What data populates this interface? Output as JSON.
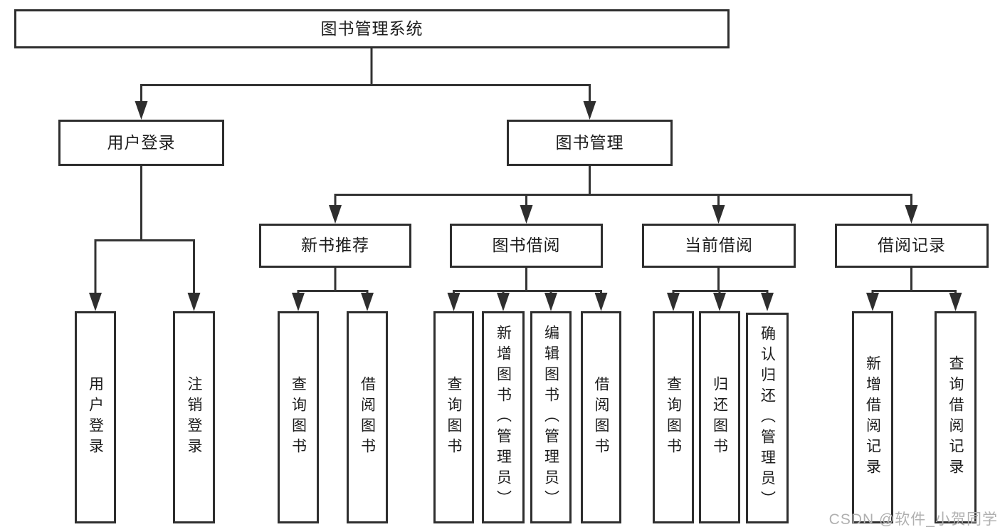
{
  "diagram": {
    "title_node": "图书管理系统",
    "level2": {
      "user_login": "用户登录",
      "book_management": "图书管理"
    },
    "level3": {
      "new_book_recommend": "新书推荐",
      "book_borrowing": "图书借阅",
      "current_borrowing": "当前借阅",
      "borrowing_records": "借阅记录"
    },
    "leaves": {
      "user_login": "用户登录",
      "logout": "注销登录",
      "nb_query_books": "查询图书",
      "nb_borrow_books": "借阅图书",
      "bb_query_books": "查询图书",
      "bb_add_books_admin": "新增图书（管理员）",
      "bb_edit_books_admin": "编辑图书（管理员）",
      "bb_borrow_books": "借阅图书",
      "cb_query_books": "查询图书",
      "cb_return_books": "归还图书",
      "cb_confirm_return_admin": "确认归还（管理员）",
      "br_add_record": "新增借阅记录",
      "br_query_record": "查询借阅记录"
    },
    "watermark": "CSDN @软件_小贺同学",
    "colors": {
      "line": "#333333",
      "box_border": "#2e2e2e",
      "text": "#1c1c1c",
      "watermark": "#b0b0b0",
      "background": "#ffffff"
    }
  }
}
